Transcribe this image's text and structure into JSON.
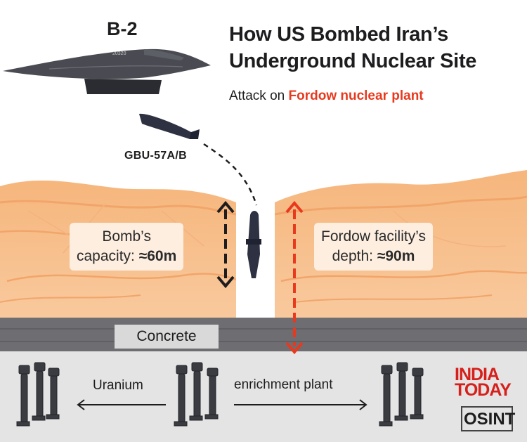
{
  "title_line1": "How US Bombed Iran’s",
  "title_line2": "Underground Nuclear Site",
  "subtitle_prefix": "Attack on",
  "subtitle_highlight": "Fordow nuclear plant",
  "aircraft_label": "B-2",
  "aircraft_tail_marking": "20320",
  "bomb_label": "GBU-57A/B",
  "bomb_capacity": {
    "line1": "Bomb’s",
    "line2_prefix": "capacity:",
    "value": "≈60m"
  },
  "facility_depth": {
    "line1": "Fordow facility’s",
    "line2_prefix": "depth:",
    "value": "≈90m"
  },
  "concrete_label": "Concrete",
  "uranium_label": "Uranium",
  "enrichment_label": "enrichment plant",
  "brand": {
    "line1": "INDIA",
    "line2": "TODAY",
    "osint": "OSINT"
  },
  "colors": {
    "sand_light": "#f8c79a",
    "sand_dark": "#f1a96a",
    "concrete": "#6e6e72",
    "ground": "#e6e6e6",
    "accent_red": "#e8391e",
    "brand_red": "#d6201c"
  }
}
